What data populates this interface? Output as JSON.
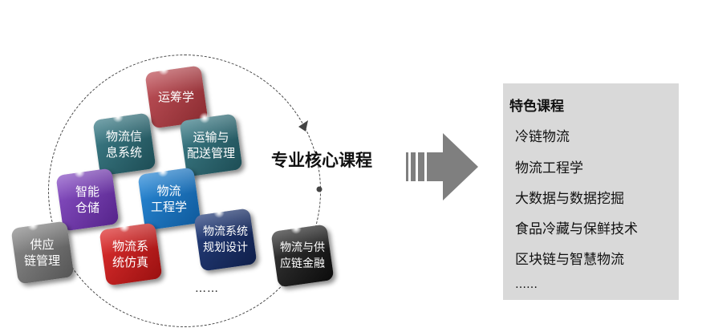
{
  "diagram": {
    "core_title": "专业核心课程",
    "courses": [
      {
        "label": "运筹学",
        "color": "#a33c43"
      },
      {
        "label": "物流信\n息系统",
        "color": "#2e6670"
      },
      {
        "label": "运输与\n配送管理",
        "color": "#2e6670"
      },
      {
        "label": "智能\n仓储",
        "color": "#7238a8"
      },
      {
        "label": "物流\n工程学",
        "color": "#1c74bb"
      },
      {
        "label": "供应\n链管理",
        "color": "#737373"
      },
      {
        "label": "物流系\n统仿真",
        "color": "#c41e1e"
      },
      {
        "label": "物流系统\n规划设计",
        "color": "#1b2f63"
      },
      {
        "label": "物流与供\n应链金融",
        "color": "#1a1a1a"
      }
    ],
    "more": "……"
  },
  "featured": {
    "title": "特色课程",
    "items": [
      "冷链物流",
      "物流工程学",
      "大数据与数据挖掘",
      "食品冷藏与保鲜技术",
      "区块链与智慧物流"
    ],
    "more": "……"
  }
}
